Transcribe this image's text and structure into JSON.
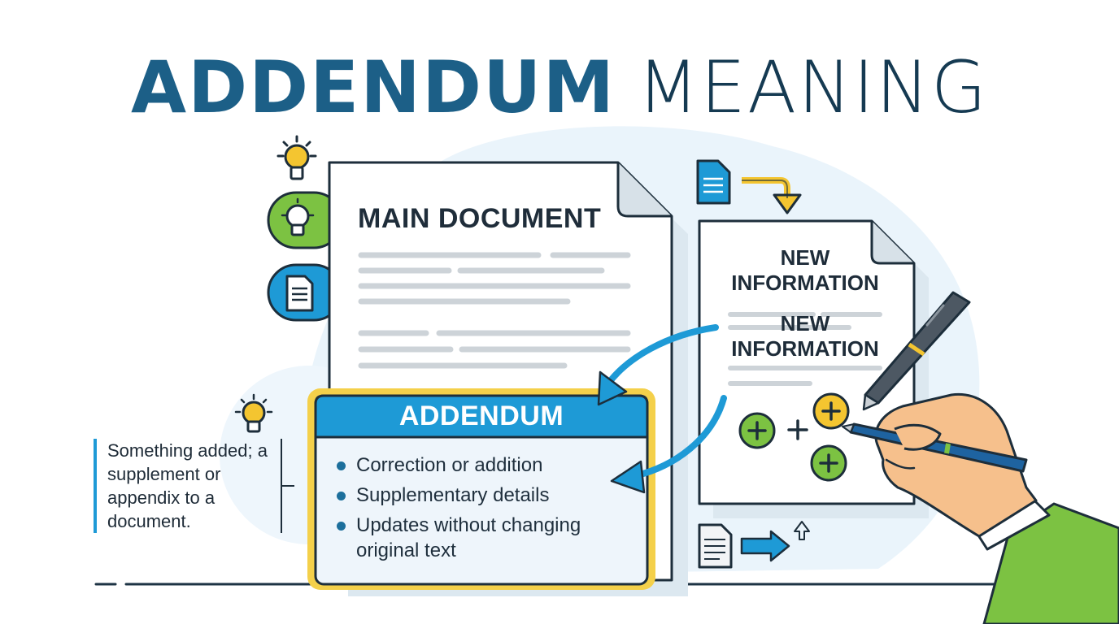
{
  "title": {
    "bold": "ADDENDUM",
    "light": "MEANING"
  },
  "main_document": {
    "title": "MAIN DOCUMENT"
  },
  "new_information": {
    "line1": "NEW\nINFORMATION",
    "line2": "NEW\nINFORMATION"
  },
  "addendum": {
    "heading": "ADDENDUM",
    "items": [
      "Correction or addition",
      "Supplementary details",
      "Updates without changing original text"
    ]
  },
  "definition": "Something added; a supplement or appendix to a document.",
  "icons": [
    "lightbulb-icon",
    "lightbulb-icon",
    "document-icon",
    "arrow-icon",
    "plus-icon",
    "pen-icon",
    "hand-icon"
  ],
  "colors": {
    "title_dark": "#1c5f87",
    "accent_blue": "#1e9ad6",
    "accent_yellow": "#f2c531",
    "accent_green": "#7cc242"
  }
}
